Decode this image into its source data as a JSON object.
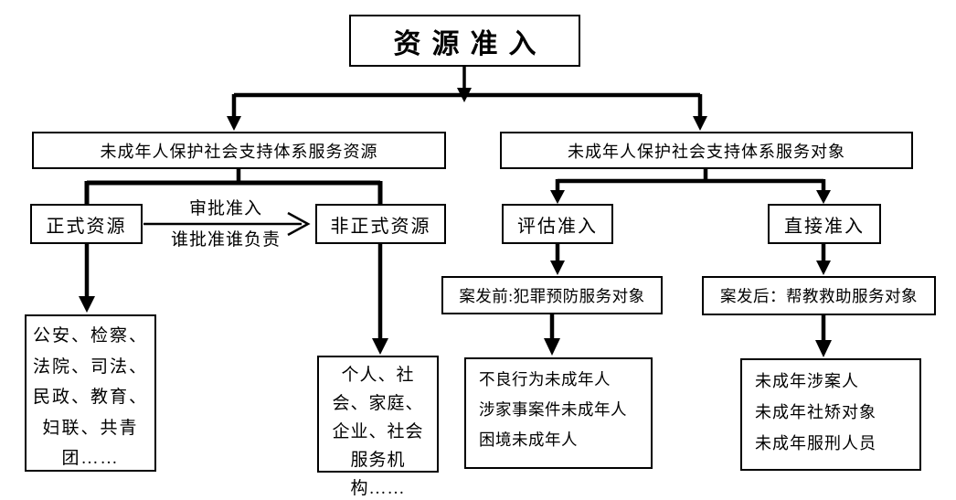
{
  "diagram": {
    "root": {
      "label": "资源准入"
    },
    "level2": {
      "resources": {
        "label": "未成年人保护社会支持体系服务资源"
      },
      "targets": {
        "label": "未成年人保护社会支持体系服务对象"
      }
    },
    "resources_branch": {
      "formal": {
        "label": "正式资源"
      },
      "informal": {
        "label": "非正式资源"
      },
      "approval_arrow": {
        "line1": "审批准入",
        "line2": "谁批准谁负责"
      },
      "formal_members": "公安、检察、法院、司法、民政、教育、妇联、共青团……",
      "informal_members": "个人、社会、家庭、企业、社会服务机构……"
    },
    "targets_branch": {
      "eval": {
        "label": "评估准入"
      },
      "direct": {
        "label": "直接准入"
      },
      "pre_case": {
        "label": "案发前:犯罪预防服务对象"
      },
      "post_case": {
        "label": "案发后：帮教救助服务对象"
      },
      "prevention_targets": [
        "不良行为未成年人",
        "涉家事案件未成年人",
        "困境未成年人"
      ],
      "assist_targets": [
        "未成年涉案人",
        "未成年社矫对象",
        "未成年服刑人员"
      ]
    },
    "colors": {
      "background": "#ffffff",
      "line": "#000000",
      "box_border": "#000000",
      "text": "#000000"
    }
  }
}
